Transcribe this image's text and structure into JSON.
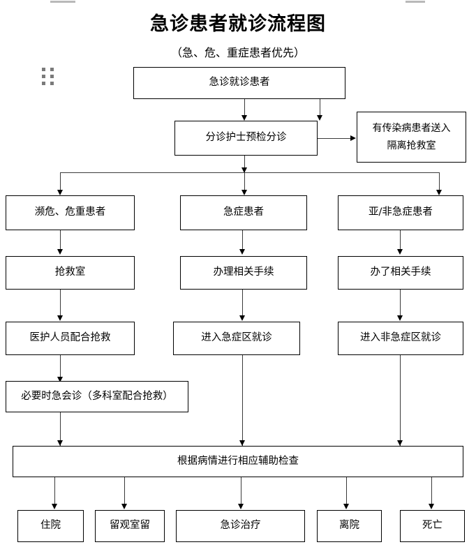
{
  "document": {
    "title": "急诊患者就诊流程图",
    "subtitle": "（急、危、重症患者优先）"
  },
  "nodes": {
    "intake": "急诊就诊患者",
    "triage": "分诊护士预检分诊",
    "isolation_line1": "有传染病患者送入",
    "isolation_line2": "隔离抢救室",
    "category_critical": "濒危、危重患者",
    "category_urgent": "急症患者",
    "category_nonurgent": "亚/非急症患者",
    "resus_room": "抢救室",
    "formalities_urgent": "办理相关手续",
    "formalities_nonurgent": "办了相关手续",
    "staff_rescue": "医护人员配合抢救",
    "enter_urgent_zone": "进入急症区就诊",
    "enter_nonurgent_zone": "进入非急症区就诊",
    "emergency_consult": "必要时急会诊（多科室配合抢救）",
    "auxiliary_exam": "根据病情进行相应辅助检查",
    "outcome_admit": "住院",
    "outcome_observation": "留观室留",
    "outcome_treatment": "急诊治疗",
    "outcome_discharge": "离院",
    "outcome_death": "死亡"
  },
  "icons": {
    "drag_handle": "drag-handle-dots"
  },
  "colors": {
    "background": "#ffffff",
    "border": "#000000",
    "connector": "#3a3a3a",
    "text": "#000000",
    "handle_dot": "#7a7a7a",
    "ruler_mark": "#b9b9b9"
  }
}
